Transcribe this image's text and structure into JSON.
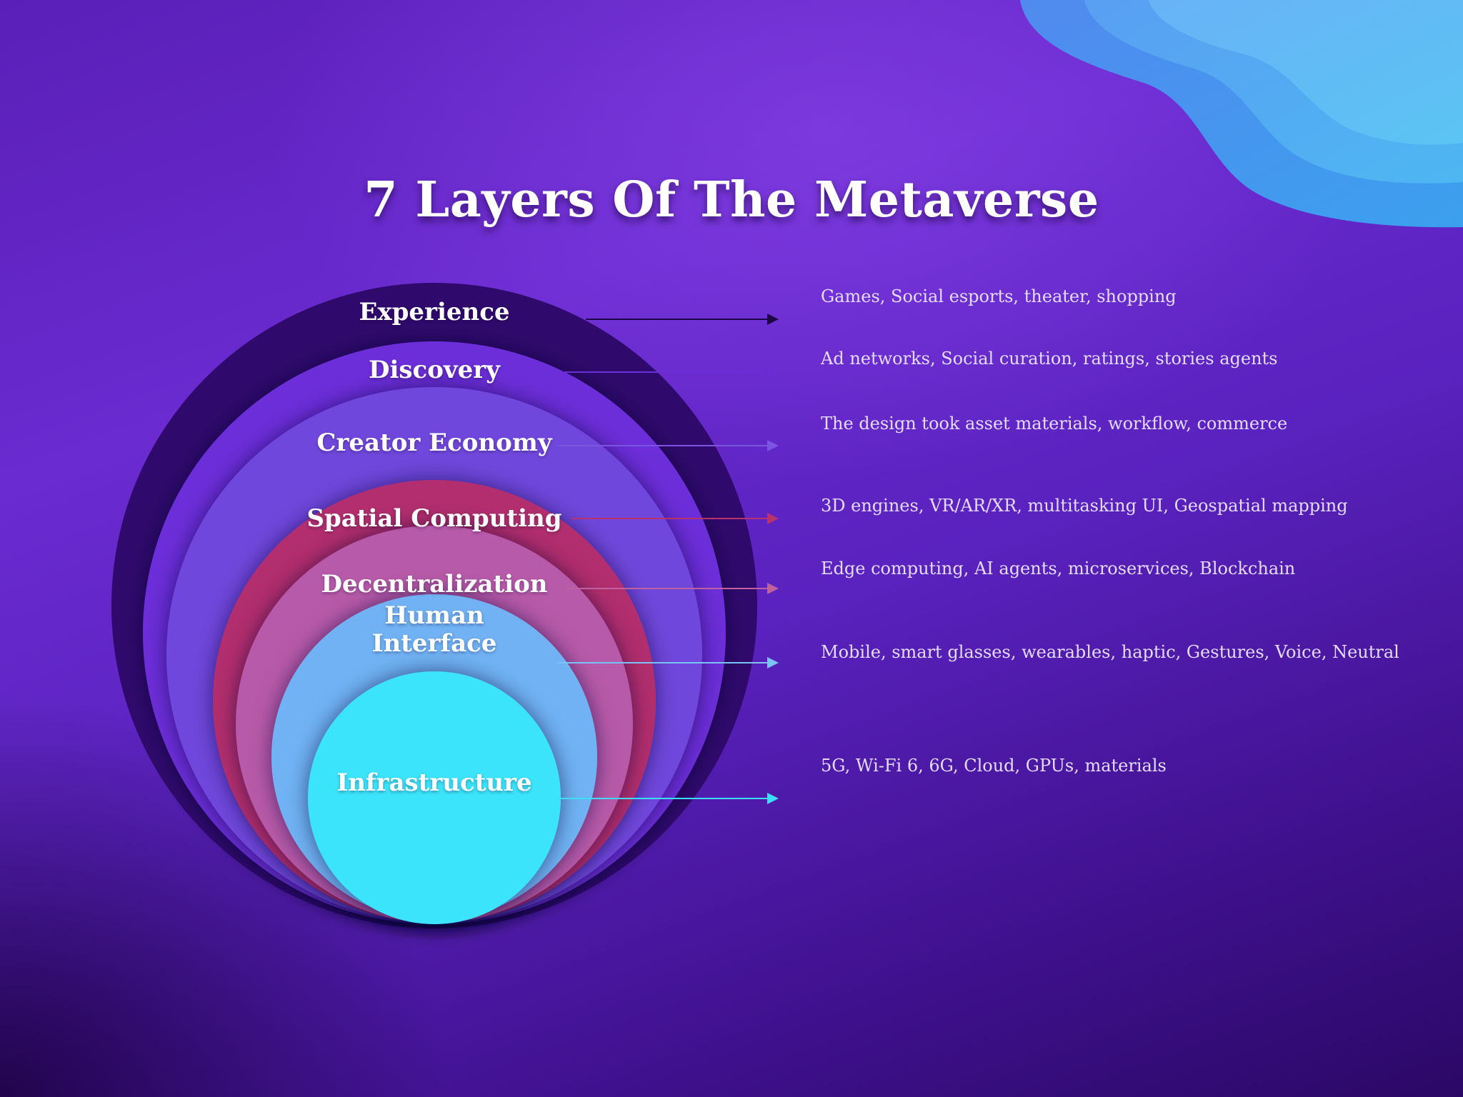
{
  "title": "7 Layers Of The Metaverse",
  "layers": [
    {
      "name": "Experience",
      "description": "Games, Social esports, theater, shopping",
      "color": "#2f0a6c",
      "arrow_color": "#1c0648"
    },
    {
      "name": "Discovery",
      "description": "Ad networks, Social curation, ratings, stories agents",
      "color": "#6c2ed9",
      "arrow_color": "#6a2fd4"
    },
    {
      "name": "Creator Economy",
      "description": "The design took asset materials, workflow, commerce",
      "color": "#7047dc",
      "arrow_color": "#7b55e0"
    },
    {
      "name": "Spatial Computing",
      "description": "3D engines, VR/AR/XR, multitasking UI, Geospatial mapping",
      "color": "#b22d6e",
      "arrow_color": "#b8336e"
    },
    {
      "name": "Decentralization",
      "description": "Edge computing, AI agents, microservices, Blockchain",
      "color": "#b75aa9",
      "arrow_color": "#c0619f"
    },
    {
      "name": "Human\nInterface",
      "description": "Mobile, smart glasses, wearables, haptic, Gestures, Voice, Neutral",
      "color": "#6fb2f4",
      "arrow_color": "#7cc2f6"
    },
    {
      "name": "Infrastructure",
      "description": "5G, Wi-Fi 6, 6G, Cloud, GPUs, materials",
      "color": "#3ae4fb",
      "arrow_color": "#3fdcf6"
    }
  ]
}
